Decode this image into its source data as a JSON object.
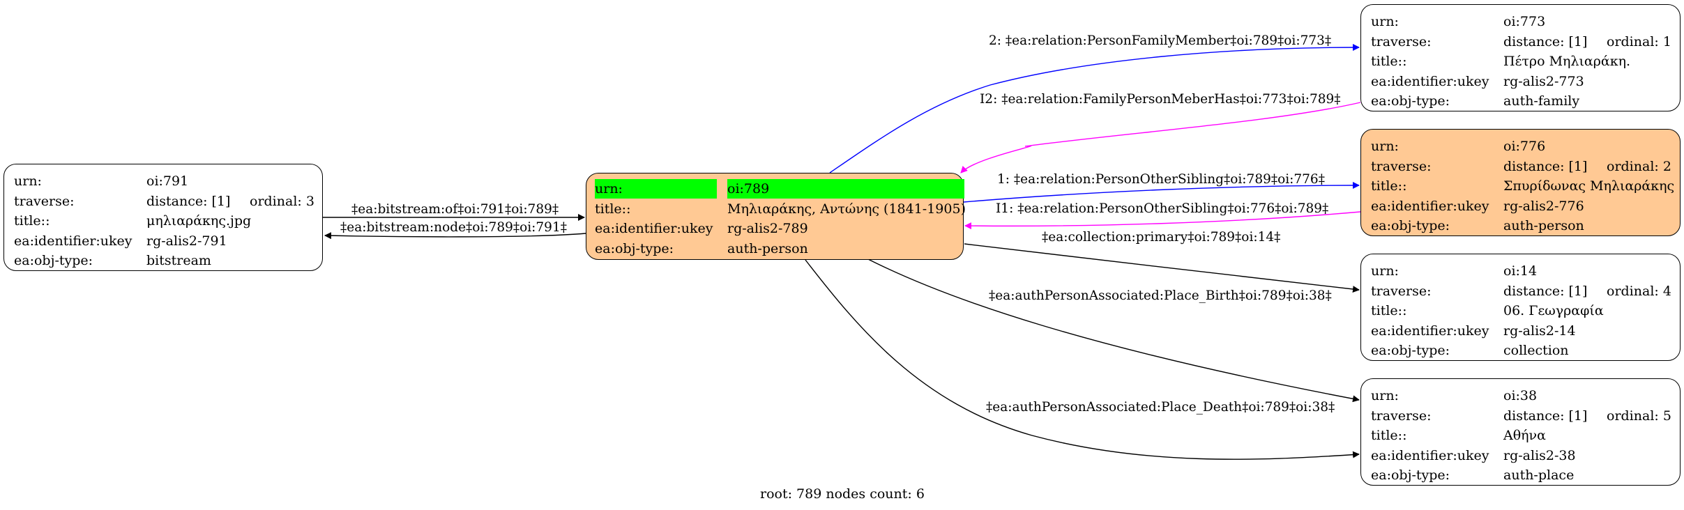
{
  "nodes": {
    "n791": {
      "urn_k": "urn:",
      "urn_v": "oi:791",
      "trav_k": "traverse:",
      "trav_v": "distance: [1]",
      "trav_o": "ordinal: 3",
      "title_k": "title::",
      "title_v": "μηλιαράκης.jpg",
      "ukey_k": "ea:identifier:ukey",
      "ukey_v": "rg-alis2-791",
      "type_k": "ea:obj-type:",
      "type_v": "bitstream"
    },
    "n789": {
      "urn_k": "urn:",
      "urn_v": "oi:789",
      "title_k": "title::",
      "title_v": "Μηλιαράκης, Αντώνης (1841-1905)",
      "ukey_k": "ea:identifier:ukey",
      "ukey_v": "rg-alis2-789",
      "type_k": "ea:obj-type:",
      "type_v": "auth-person"
    },
    "n773": {
      "urn_k": "urn:",
      "urn_v": "oi:773",
      "trav_k": "traverse:",
      "trav_v": "distance: [1]",
      "trav_o": "ordinal: 1",
      "title_k": "title::",
      "title_v": "Πέτρο Μηλιαράκη.",
      "ukey_k": "ea:identifier:ukey",
      "ukey_v": "rg-alis2-773",
      "type_k": "ea:obj-type:",
      "type_v": "auth-family"
    },
    "n776": {
      "urn_k": "urn:",
      "urn_v": "oi:776",
      "trav_k": "traverse:",
      "trav_v": "distance: [1]",
      "trav_o": "ordinal: 2",
      "title_k": "title::",
      "title_v": "Σπυρίδωνας Μηλιαράκης",
      "ukey_k": "ea:identifier:ukey",
      "ukey_v": "rg-alis2-776",
      "type_k": "ea:obj-type:",
      "type_v": "auth-person"
    },
    "n14": {
      "urn_k": "urn:",
      "urn_v": "oi:14",
      "trav_k": "traverse:",
      "trav_v": "distance: [1]",
      "trav_o": "ordinal: 4",
      "title_k": "title::",
      "title_v": "06. Γεωγραφία",
      "ukey_k": "ea:identifier:ukey",
      "ukey_v": "rg-alis2-14",
      "type_k": "ea:obj-type:",
      "type_v": "collection"
    },
    "n38": {
      "urn_k": "urn:",
      "urn_v": "oi:38",
      "trav_k": "traverse:",
      "trav_v": "distance: [1]",
      "trav_o": "ordinal: 5",
      "title_k": "title::",
      "title_v": "Αθήνα",
      "ukey_k": "ea:identifier:ukey",
      "ukey_v": "rg-alis2-38",
      "type_k": "ea:obj-type:",
      "type_v": "auth-place"
    }
  },
  "edges": {
    "bitstream_of": "‡ea:bitstream:of‡oi:791‡oi:789‡",
    "bitstream_node": "‡ea:bitstream:node‡oi:789‡oi:791‡",
    "family_member": "2: ‡ea:relation:PersonFamilyMember‡oi:789‡oi:773‡",
    "family_has": "I2: ‡ea:relation:FamilyPersonMeberHas‡oi:773‡oi:789‡",
    "sibling_out": "1: ‡ea:relation:PersonOtherSibling‡oi:789‡oi:776‡",
    "sibling_in": "I1: ‡ea:relation:PersonOtherSibling‡oi:776‡oi:789‡",
    "collection": "‡ea:collection:primary‡oi:789‡oi:14‡",
    "birth": "‡ea:authPersonAssociated:Place_Birth‡oi:789‡oi:38‡",
    "death": "‡ea:authPersonAssociated:Place_Death‡oi:789‡oi:38‡"
  },
  "colors": {
    "highlight": "#00ff00",
    "person_fill": "#ffc994",
    "edge_blue": "#0000ff",
    "edge_magenta": "#ff00ff",
    "edge_black": "#000000"
  },
  "footer": "root: 789 nodes count: 6"
}
